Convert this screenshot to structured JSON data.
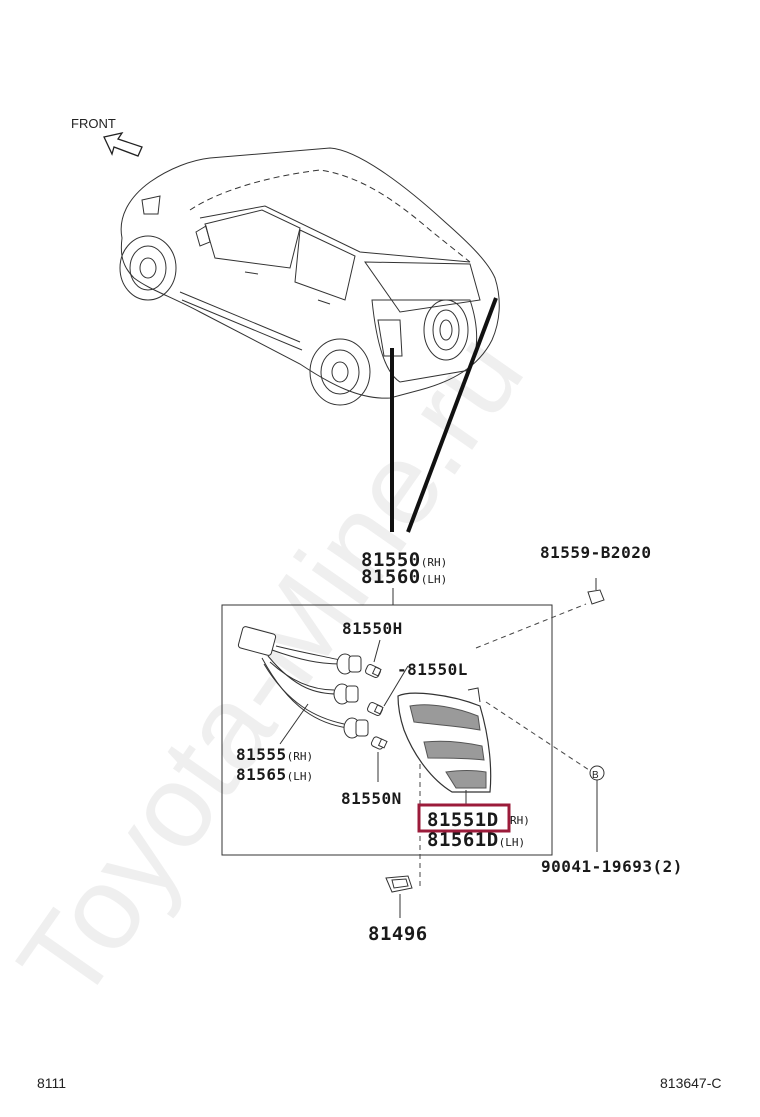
{
  "front_label": "FRONT",
  "watermark": "Toyota-Mine.ru",
  "assembly": {
    "rh_part": "81550",
    "rh_side": "(RH)",
    "lh_part": "81560",
    "lh_side": "(LH)"
  },
  "parts": {
    "p81550H": "81550H",
    "p81550L": "-81550L",
    "p81550N": "81550N",
    "p81555": "81555",
    "p81555_side": "(RH)",
    "p81565": "81565",
    "p81565_side": "(LH)",
    "p81551D": "81551D",
    "p81551D_side": "RH)",
    "p81561D": "81561D",
    "p81561D_side": "(LH)",
    "p81559": "81559-B2020",
    "p90041": "90041-19693(2)",
    "p81496": "81496",
    "ref_b": "B"
  },
  "highlight_color": "#9b1b3a",
  "footer": {
    "left": "8111",
    "right": "813647-C"
  }
}
